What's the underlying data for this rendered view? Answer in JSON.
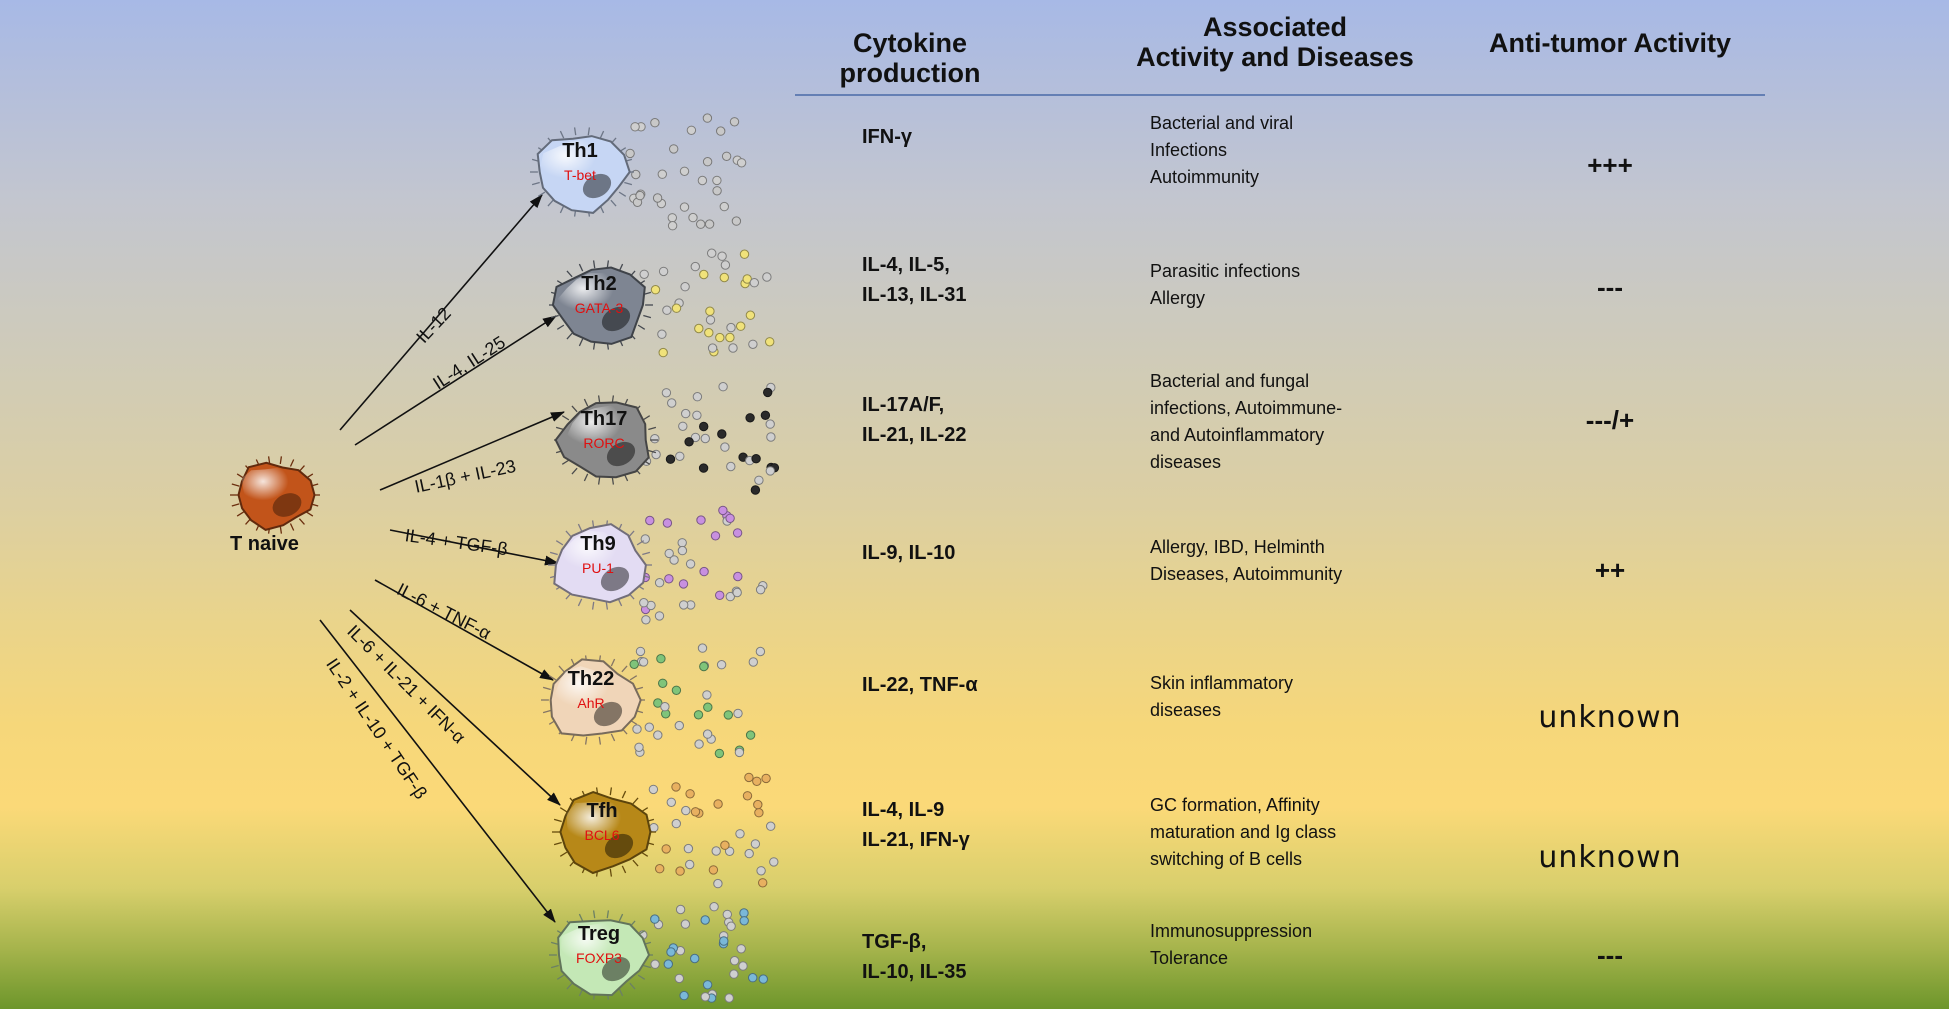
{
  "headers": {
    "cytokine": [
      "Cytokine",
      "production"
    ],
    "associated": [
      "Associated",
      "Activity and Diseases"
    ],
    "antitumor": "Anti-tumor Activity"
  },
  "naive": {
    "label": "T naive",
    "color": "#c2541a"
  },
  "subsets": [
    {
      "name": "Th1",
      "tf": "T-bet",
      "stimulus": "IL-12",
      "cytokines": [
        "IFN-γ"
      ],
      "diseases": [
        "Bacterial and viral",
        "Infections",
        "Autoimmunity"
      ],
      "antitumor": "+++",
      "cell_color": "#c6d6f4",
      "dot_color": "#c8c8c8"
    },
    {
      "name": "Th2",
      "tf": "GATA-3",
      "stimulus": "IL-4, IL-25",
      "cytokines": [
        "IL-4, IL-5,",
        "IL-13, IL-31"
      ],
      "diseases": [
        "Parasitic infections",
        "Allergy"
      ],
      "antitumor": "---",
      "cell_color": "#7e8592",
      "dot_color": "#f0e27a"
    },
    {
      "name": "Th17",
      "tf": "RORC",
      "stimulus": "IL-1β + IL-23",
      "cytokines": [
        "IL-17A/F,",
        "IL-21, IL-22"
      ],
      "diseases": [
        "Bacterial and fungal",
        "infections, Autoimmune-",
        "and Autoinflammatory",
        "diseases"
      ],
      "antitumor": "---/+",
      "cell_color": "#8a8a8a",
      "dot_color": "#2a2a2a"
    },
    {
      "name": "Th9",
      "tf": "PU-1",
      "stimulus": "IL-4 + TGF-β",
      "cytokines": [
        "IL-9, IL-10"
      ],
      "diseases": [
        "Allergy, IBD, Helminth",
        "Diseases, Autoimmunity"
      ],
      "antitumor": "++",
      "cell_color": "#e3dcf3",
      "dot_color": "#c890e0"
    },
    {
      "name": "Th22",
      "tf": "AhR",
      "stimulus": "IL-6 + TNF-α",
      "cytokines": [
        "IL-22, TNF-α"
      ],
      "diseases": [
        "Skin inflammatory",
        "diseases"
      ],
      "antitumor": "unknown",
      "cell_color": "#f0d5b8",
      "dot_color": "#7fc47a"
    },
    {
      "name": "Tfh",
      "tf": "BCL6",
      "stimulus": "IL-6 + IL-21 + IFN-α",
      "cytokines": [
        "IL-4, IL-9",
        "IL-21, IFN-γ"
      ],
      "diseases": [
        "GC formation, Affinity",
        "maturation  and Ig class",
        "switching of B cells"
      ],
      "antitumor": "unknown",
      "cell_color": "#b78818",
      "dot_color": "#e8b060"
    },
    {
      "name": "Treg",
      "tf": "FOXP3",
      "stimulus": "IL-2 + IL-10 + TGF-β",
      "cytokines": [
        "TGF-β,",
        "IL-10, IL-35"
      ],
      "diseases": [
        "Immunosuppression",
        "Tolerance"
      ],
      "antitumor": "---",
      "cell_color": "#c4e8b6",
      "dot_color": "#7ab8d8"
    }
  ],
  "colors": {
    "header_rule": "#4a6aa8",
    "tf_text": "#e01010",
    "arrow": "#111111"
  }
}
